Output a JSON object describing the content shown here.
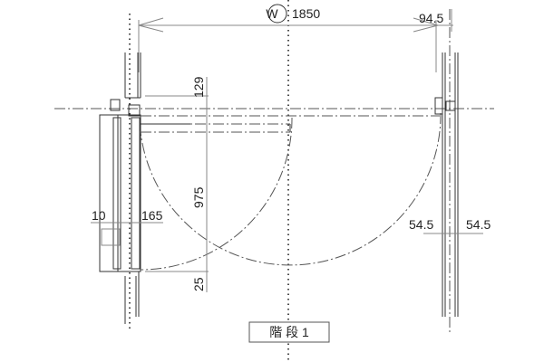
{
  "drawing": {
    "width_marker": "W",
    "width_dim": "1850",
    "right_offset_dim": "94.5",
    "dim_129": "129",
    "dim_975": "975",
    "dim_25": "25",
    "dim_10": "10",
    "dim_165": "165",
    "dim_54_5_left": "54.5",
    "dim_54_5_right": "54.5",
    "label": "階 段 1"
  }
}
